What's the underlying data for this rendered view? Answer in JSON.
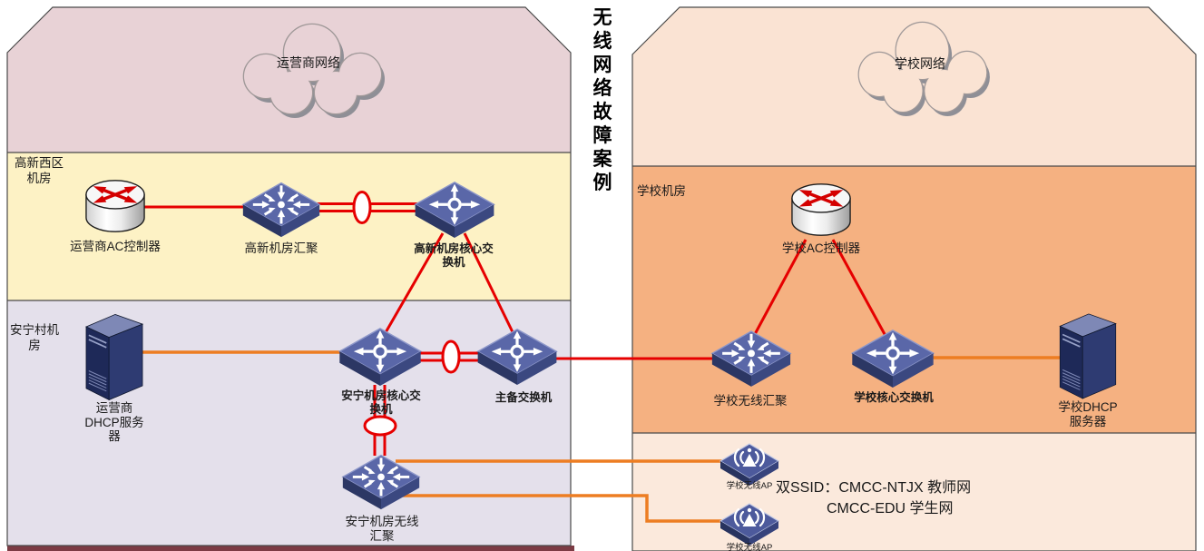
{
  "diagram_title": {
    "vertical_text": "无线网络故障案例"
  },
  "colors": {
    "red_link": "#e60000",
    "orange_link": "#ed7d22",
    "operator_network_bg": "#e8d2d6",
    "gaoxin_room_bg": "#fdf2c5",
    "anning_room_bg": "#e4e0eb",
    "school_network_bg": "#fae3d3",
    "school_room_bg": "#f5b181",
    "school_ap_area_bg": "#fbe9dc",
    "bottom_strip": "#7c3b44",
    "switch_top": "#5a67a8",
    "server_body": "#2e3b72"
  },
  "icons": {
    "ac_controller": "router-cylinder-icon",
    "core_switch": "core-switch-icon",
    "aggregation_switch": "aggregation-switch-icon",
    "dhcp_server": "server-tower-icon",
    "wireless_ap": "wireless-ap-icon",
    "network_cloud": "cloud-icon",
    "link_bundle": "red-oval-link-bundle-icon"
  },
  "left_panel": {
    "cloud_label": "运营商网络",
    "gaoxin_region": {
      "line1": "高新西区",
      "line2": "机房"
    },
    "anning_region": {
      "line1": "安宁村机",
      "line2": "房"
    },
    "devices": {
      "operator_ac": {
        "label": "运营商AC控制器"
      },
      "gaoxin_agg": {
        "label": "高新机房汇聚"
      },
      "gaoxin_core": {
        "line1": "高新机房核心交",
        "line2": "换机"
      },
      "operator_dhcp": {
        "line1": "运营商",
        "line2": "DHCP服务",
        "line3": "器"
      },
      "anning_core": {
        "line1": "安宁机房核心交",
        "line2": "换机"
      },
      "master_backup": {
        "label": "主备交换机"
      },
      "anning_wireless_agg": {
        "line1": "安宁机房无线",
        "line2": "汇聚"
      }
    }
  },
  "right_panel": {
    "cloud_label": "学校网络",
    "school_room_label": "学校机房",
    "devices": {
      "school_ac": {
        "label": "学校AC控制器"
      },
      "school_wireless_agg": {
        "label": "学校无线汇聚"
      },
      "school_core": {
        "label": "学校核心交换机"
      },
      "school_dhcp": {
        "line1": "学校DHCP",
        "line2": "服务器"
      },
      "ap_top": {
        "label": "学校无线AP"
      },
      "ap_bottom": {
        "label": "学校无线AP"
      }
    },
    "ssid_note": {
      "line1": "双SSID：CMCC-NTJX 教师网",
      "line2": "CMCC-EDU 学生网"
    }
  }
}
